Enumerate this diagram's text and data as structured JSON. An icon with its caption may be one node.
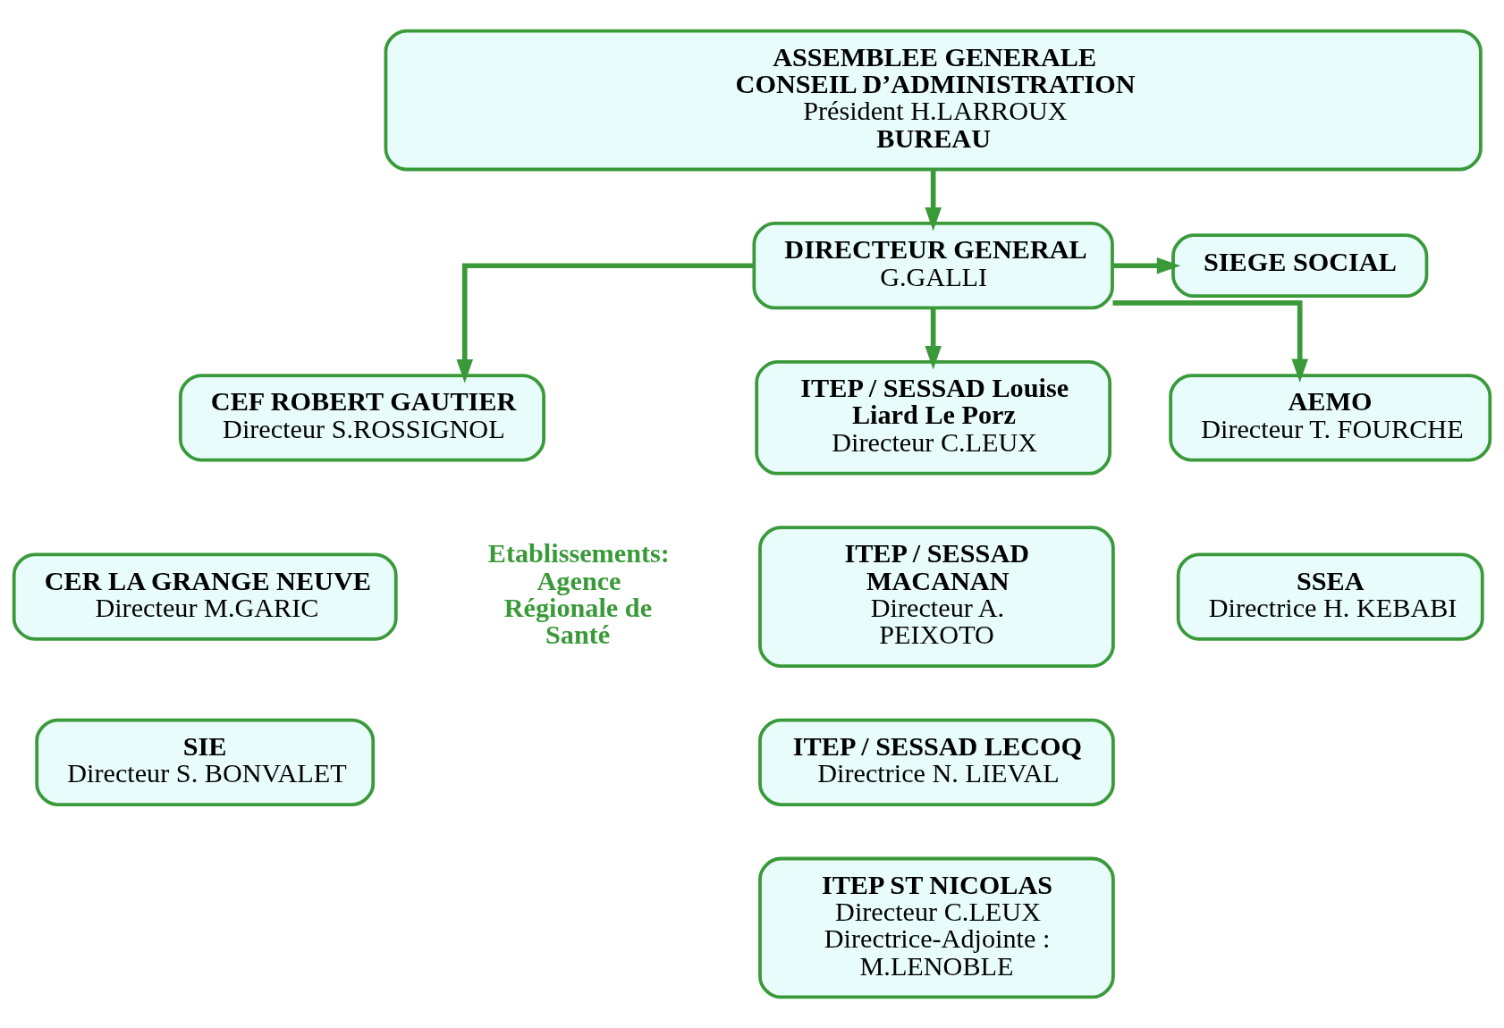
{
  "diagram": {
    "nodes": [
      {
        "text": [
          "ASSEMBLEE GENERALE",
          "CONSEIL D’ADMINISTRATION",
          "Président H.LARROUX",
          "BUREAU"
        ]
      },
      {
        "text": [
          "DIRECTEUR GENERAL",
          "G.GALLI"
        ]
      },
      {
        "text": [
          "SIEGE SOCIAL"
        ]
      },
      {
        "text": [
          "CEF ROBERT GAUTIER",
          "Directeur S.ROSSIGNOL"
        ]
      },
      {
        "text": [
          "ITEP / SESSAD Louise Liard Le Porz",
          "Directeur C.LEUX"
        ]
      },
      {
        "text": [
          "AEMO",
          "Directeur T. FOURCHE"
        ]
      },
      {
        "text": [
          "CER LA GRANGE NEUVE",
          "Directeur M.GARIC"
        ]
      },
      {
        "text": [
          "ITEP / SESSAD MACANAN",
          "Directeur A. PEIXOTO"
        ]
      },
      {
        "text": [
          "SSEA",
          "Directrice H. KEBABI"
        ]
      },
      {
        "text": [
          "SIE",
          "Directeur S. BONVALET"
        ]
      },
      {
        "text": [
          "ITEP / SESSAD LECOQ",
          "Directrice N. LIEVAL"
        ]
      },
      {
        "text": [
          "ITEP ST NICOLAS",
          "Directeur C.LEUX",
          "Directrice-Adjointe : M.LENOBLE"
        ]
      }
    ],
    "edges": [
      {
        "from": 0,
        "to": 1,
        "arrow": "to"
      },
      {
        "from": 1,
        "to": 2,
        "arrow": "to"
      },
      {
        "from": 1,
        "to": 3,
        "arrow": "to"
      },
      {
        "from": 1,
        "to": 4,
        "arrow": "to"
      },
      {
        "from": 1,
        "to": 5,
        "arrow": "to"
      }
    ],
    "labels": [
      "Etablissements: Agence Régionale de Santé"
    ]
  }
}
